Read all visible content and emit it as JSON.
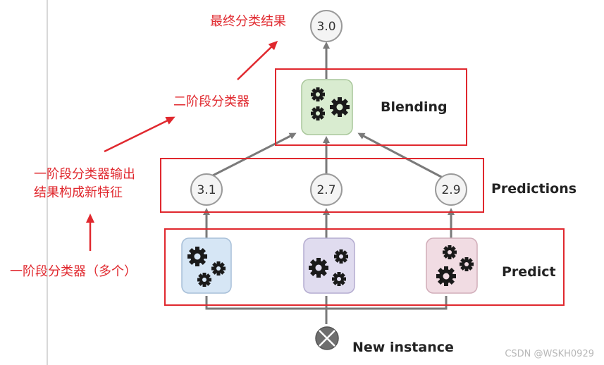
{
  "annotations": {
    "final_result": "最终分类结果",
    "second_stage": "二阶段分类器",
    "first_output_line1": "一阶段分类器输出",
    "first_output_line2": "结果构成新特征",
    "first_stage": "一阶段分类器（多个）"
  },
  "stages": {
    "blending": "Blending",
    "predictions": "Predictions",
    "predict": "Predict",
    "input": "New instance"
  },
  "nodes": {
    "final": "3.0",
    "pred1": "3.1",
    "pred2": "2.7",
    "pred3": "2.9"
  },
  "colors": {
    "annotation": "#e0282e",
    "blender_box": "#d9ecd0",
    "predictor1": "#d6e6f5",
    "predictor2": "#e0dcef",
    "predictor3": "#f1dce3"
  },
  "icons": {
    "predictor": "gears-icon",
    "input": "cross-circle-icon"
  },
  "watermark": "CSDN @WSKH0929"
}
